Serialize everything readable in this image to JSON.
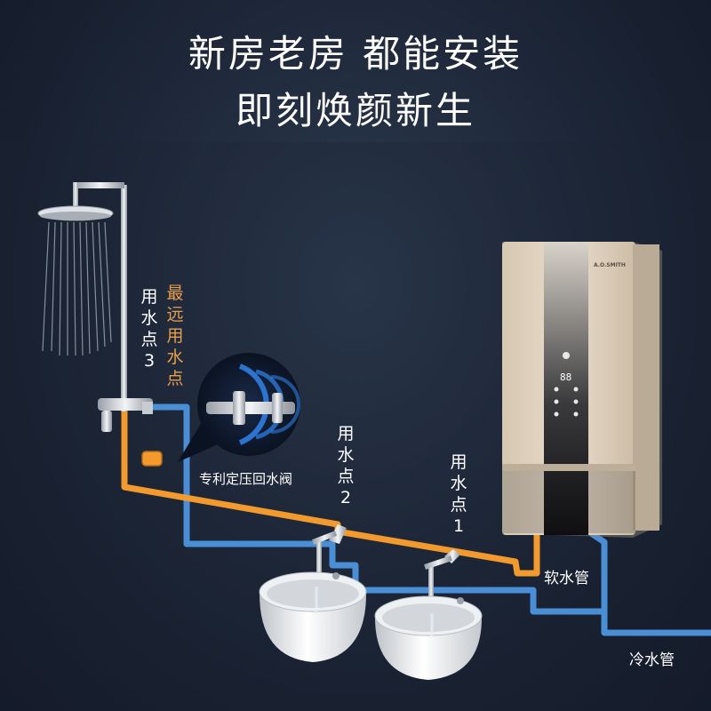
{
  "headline": {
    "line1": "新房老房 都能安装",
    "line2": "即刻焕颜新生"
  },
  "labels": {
    "point3": "用水点3",
    "farthest": "最远用水点",
    "point2": "用水点2",
    "point1": "用水点1",
    "valve": "专利定压回水阀",
    "soft_pipe": "软水管",
    "cold_pipe": "冷水管"
  },
  "heater": {
    "brand": "A.O.SMITH",
    "display": "88"
  },
  "colors": {
    "hot_pipe": "#f29a2e",
    "cold_pipe": "#4a8fd6",
    "accent_text": "#e89e4c",
    "background": "#1c2536"
  }
}
